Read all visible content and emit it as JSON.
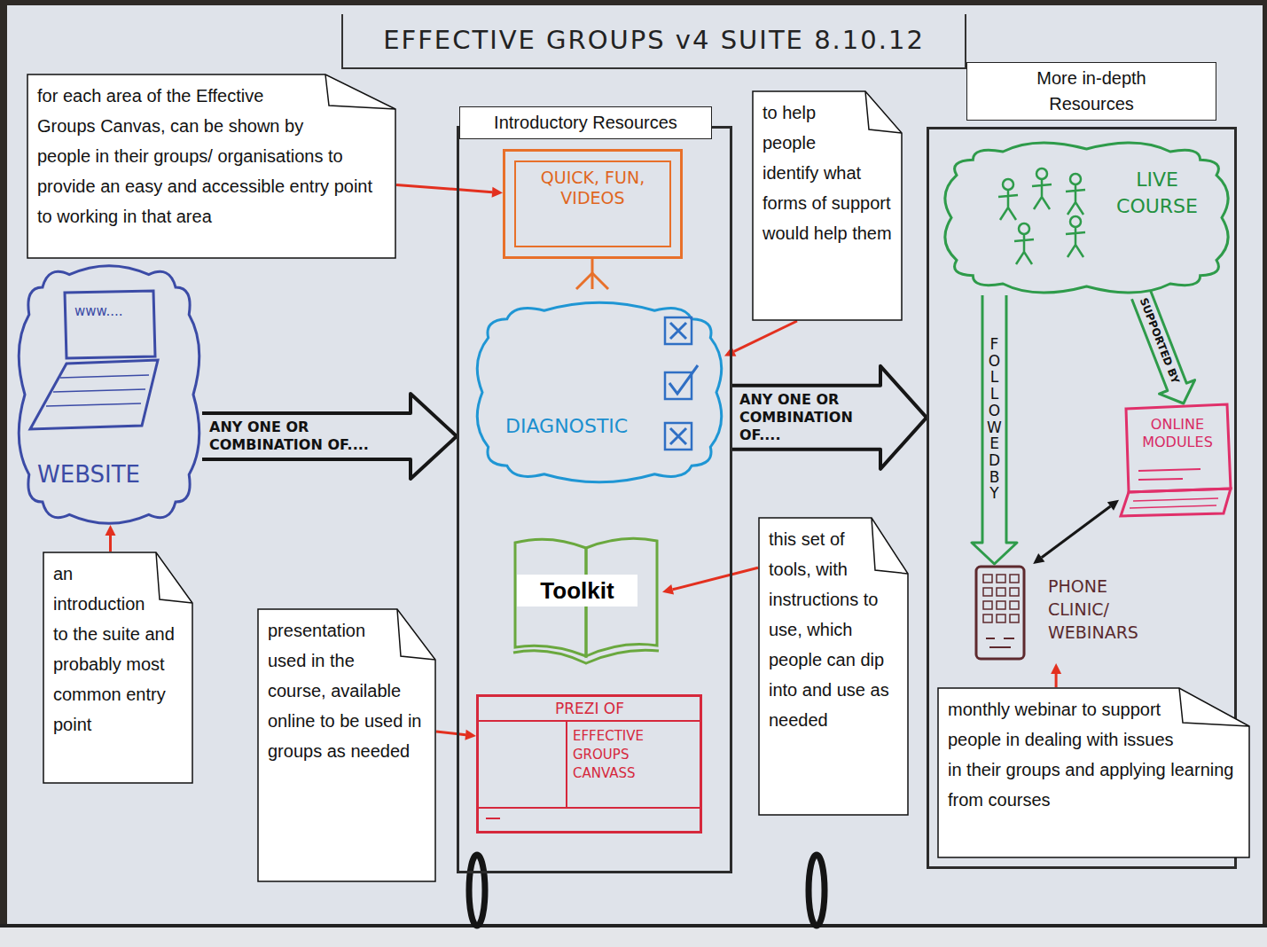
{
  "diagram": {
    "title": "EFFECTIVE GROUPS v4 SUITE 8.10.12",
    "nodes": [
      {
        "text": [
          "for each area of the Effective Groups Canvas, can be shown by people in their groups/ organisations to provide an easy and accessible entry point to working in that area"
        ]
      },
      {
        "text": [
          "Introductory Resources"
        ]
      },
      {
        "text": [
          "QUICK, FUN, VIDEOS"
        ],
        "in": 1
      },
      {
        "text": [
          "DIAGNOSTIC"
        ],
        "in": 1
      },
      {
        "text": [
          "Toolkit"
        ],
        "in": 1
      },
      {
        "text": [
          "PREZI OF",
          "EFFECTIVE GROUPS CANVASS"
        ],
        "in": 1
      },
      {
        "text": [
          "to help people identify what forms of support would help them"
        ]
      },
      {
        "text": [
          "More in-depth Resources"
        ]
      },
      {
        "text": [
          "LIVE COURSE"
        ],
        "in": 7
      },
      {
        "text": [
          "ONLINE MODULES"
        ],
        "in": 7
      },
      {
        "text": [
          "PHONE CLINIC/ WEBINARS"
        ],
        "in": 7
      },
      {
        "text": [
          "www....",
          "WEBSITE"
        ]
      },
      {
        "text": [
          "an introduction to the suite and probably most common entry point"
        ]
      },
      {
        "text": [
          "presentation used in the course, available online to be used in groups as needed"
        ]
      },
      {
        "text": [
          "this set of tools, with instructions to use, which people can dip into and use as needed"
        ]
      },
      {
        "text": [
          "monthly webinar to support people in dealing with issues in their groups and applying learning from courses"
        ]
      }
    ],
    "edges": [
      {
        "from": 11,
        "to": 1,
        "arrow": "to",
        "label": "ANY ONE OR COMBINATION OF...."
      },
      {
        "from": 1,
        "to": 7,
        "arrow": "to",
        "label": "ANY ONE OR COMBINATION OF...."
      },
      {
        "from": 8,
        "to": 10,
        "arrow": "to",
        "label": "FOLLOWED BY"
      },
      {
        "from": 8,
        "to": 9,
        "arrow": "to",
        "label": "SUPPORTED BY"
      },
      {
        "from": 10,
        "to": 9,
        "arrow": "both"
      },
      {
        "from": 0,
        "to": 2,
        "arrow": "to"
      },
      {
        "from": 6,
        "to": 3,
        "arrow": "to"
      },
      {
        "from": 12,
        "to": 11,
        "arrow": "to"
      },
      {
        "from": 13,
        "to": 5,
        "arrow": "to"
      },
      {
        "from": 14,
        "to": 4,
        "arrow": "to"
      },
      {
        "from": 15,
        "to": 10,
        "arrow": "to"
      }
    ]
  }
}
